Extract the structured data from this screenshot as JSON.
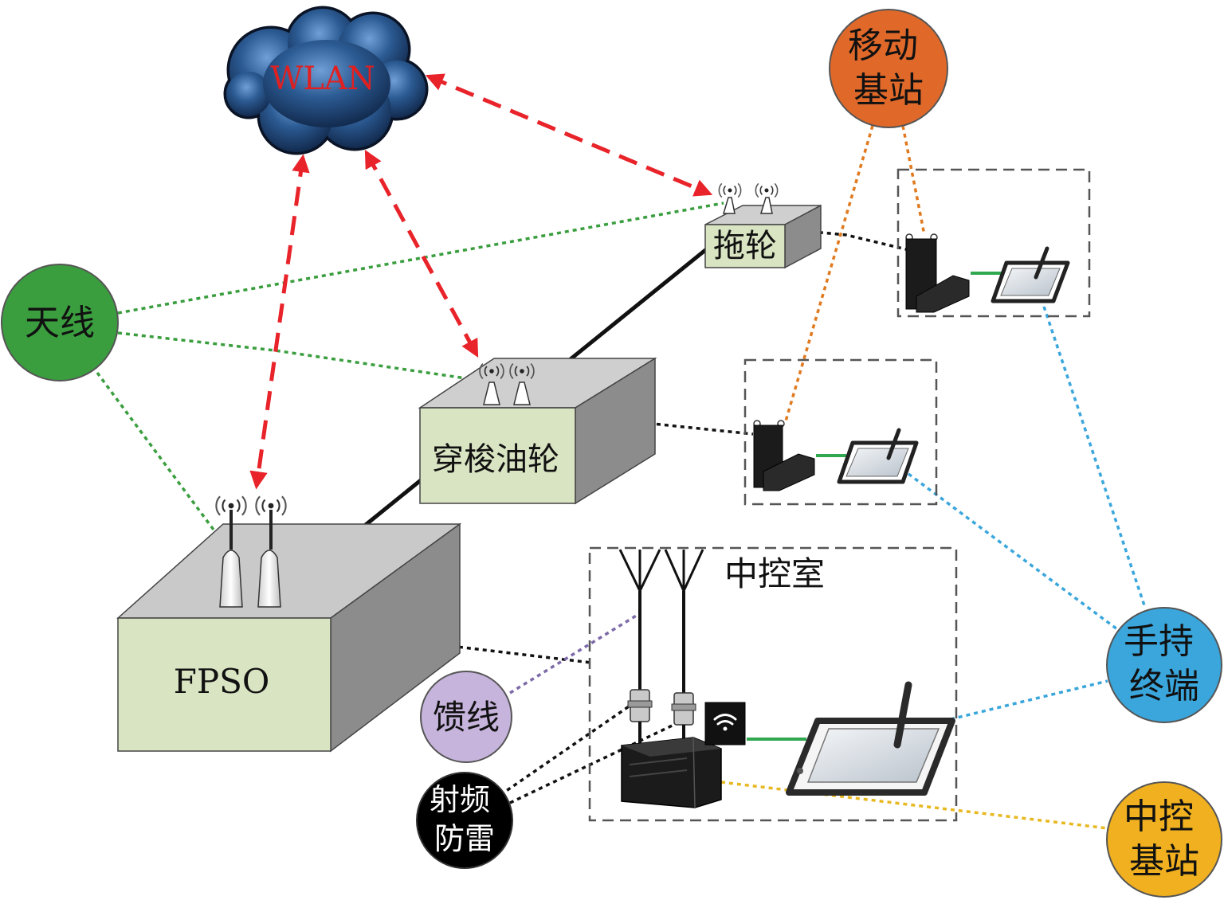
{
  "diagram": {
    "cloud": {
      "label": "WLAN"
    },
    "nodes": {
      "mobile_base_station": {
        "line1": "移动",
        "line2": "基站"
      },
      "antenna": {
        "label": "天线"
      },
      "handheld_terminal": {
        "line1": "手持",
        "line2": "终端"
      },
      "control_base_station": {
        "line1": "中控",
        "line2": "基站"
      },
      "feeder": {
        "label": "馈线"
      },
      "rf_lightning_protection": {
        "line1": "射频",
        "line2": "防雷"
      }
    },
    "vessels": {
      "tug": "拖轮",
      "shuttle_tanker": "穿梭油轮",
      "fpso": "FPSO"
    },
    "control_room": {
      "label": "中控室"
    }
  },
  "colors": {
    "wlan_link": "#e8232a",
    "wlan_text": "#e02020",
    "antenna_node": "#3a9e3f",
    "mobile_base_station_node": "#e0692a",
    "handheld_terminal_node": "#3aa6dc",
    "control_base_station_node": "#f0b020",
    "feeder_node": "#c6b4dc",
    "rf_lightning_node": "#000000",
    "vessel_front": "#d9e4c2",
    "link_green": "#2fa84f"
  }
}
